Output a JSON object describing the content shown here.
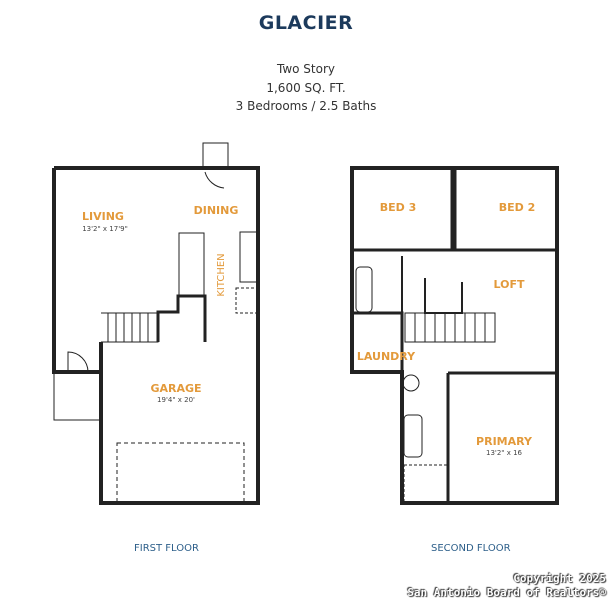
{
  "header": {
    "title": "GLACIER",
    "story": "Two Story",
    "sqft": "1,600 SQ. FT.",
    "beds_baths": "3 Bedrooms / 2.5 Baths"
  },
  "first_floor": {
    "label": "FIRST FLOOR",
    "rooms": {
      "living": "LIVING",
      "living_dim": "13'2\" x 17'9\"",
      "dining": "DINING",
      "kitchen": "KITCHEN",
      "garage": "GARAGE",
      "garage_dim": "19'4\" x 20'"
    }
  },
  "second_floor": {
    "label": "SECOND FLOOR",
    "rooms": {
      "bed3": "BED 3",
      "bed2": "BED 2",
      "loft": "LOFT",
      "laundry": "LAUNDRY",
      "primary": "PRIMARY",
      "primary_dim": "13'2\" x 16"
    }
  },
  "watermark": {
    "line1": "Copyright 2025",
    "line2": "San Antonio Board of Realtors®"
  },
  "colors": {
    "title": "#1c3a5c",
    "room_label": "#e39a3b",
    "floor_label": "#2d5f8a"
  }
}
